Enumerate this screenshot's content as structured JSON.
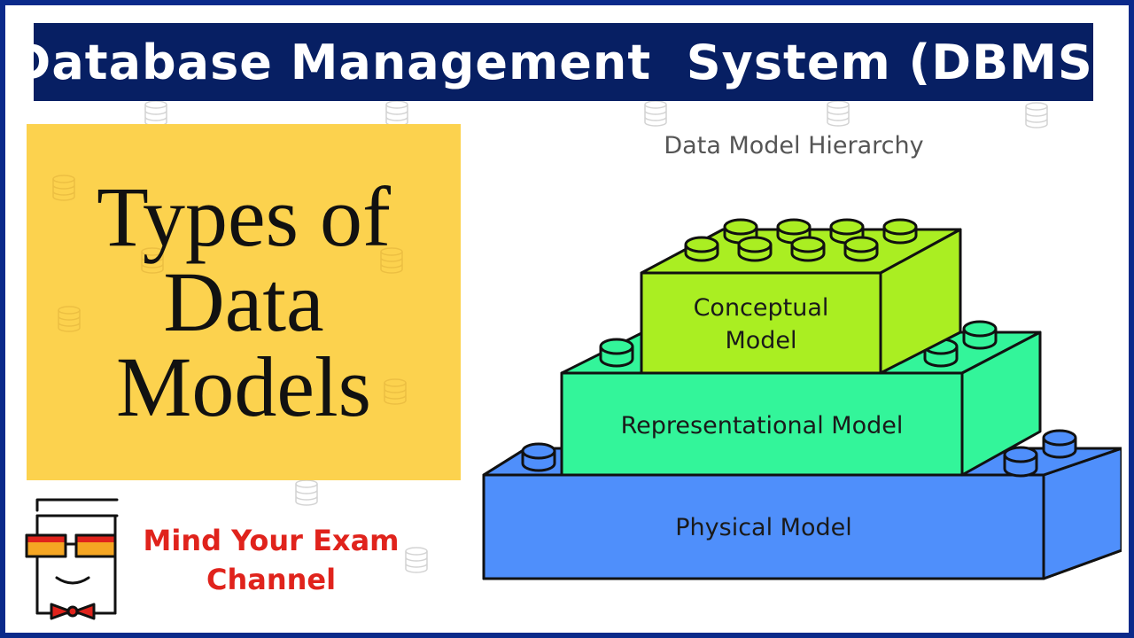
{
  "banner": {
    "title": "Database Management  System (DBMS)"
  },
  "topic": {
    "lines": [
      "Types of",
      "Data",
      "Models"
    ]
  },
  "diagram": {
    "title": "Data Model Hierarchy",
    "bricks": {
      "conceptual": {
        "line1": "Conceptual",
        "line2": "Model",
        "color": "#aaee22"
      },
      "representational": {
        "label": "Representational Model",
        "color": "#33f59a"
      },
      "physical": {
        "label": "Physical Model",
        "color": "#4f8ffb"
      }
    }
  },
  "channel": {
    "line1": "Mind Your Exam",
    "line2": "Channel"
  },
  "colors": {
    "banner": "#071f63",
    "frame": "#0b2a8a",
    "card": "#fcd24e",
    "channel_text": "#e0231c"
  }
}
